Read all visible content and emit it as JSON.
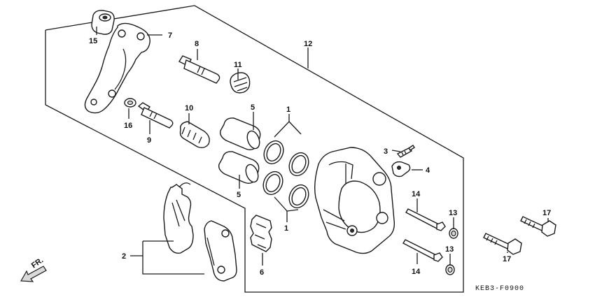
{
  "diagram_code": "KEB3-F0900",
  "direction_label": "FR.",
  "callouts": {
    "c1a": "1",
    "c1b": "1",
    "c2": "2",
    "c3": "3",
    "c4": "4",
    "c5a": "5",
    "c5b": "5",
    "c6": "6",
    "c7": "7",
    "c8": "8",
    "c9": "9",
    "c10": "10",
    "c11": "11",
    "c12": "12",
    "c13a": "13",
    "c13b": "13",
    "c14a": "14",
    "c14b": "14",
    "c15": "15",
    "c16": "16",
    "c17a": "17",
    "c17b": "17"
  }
}
